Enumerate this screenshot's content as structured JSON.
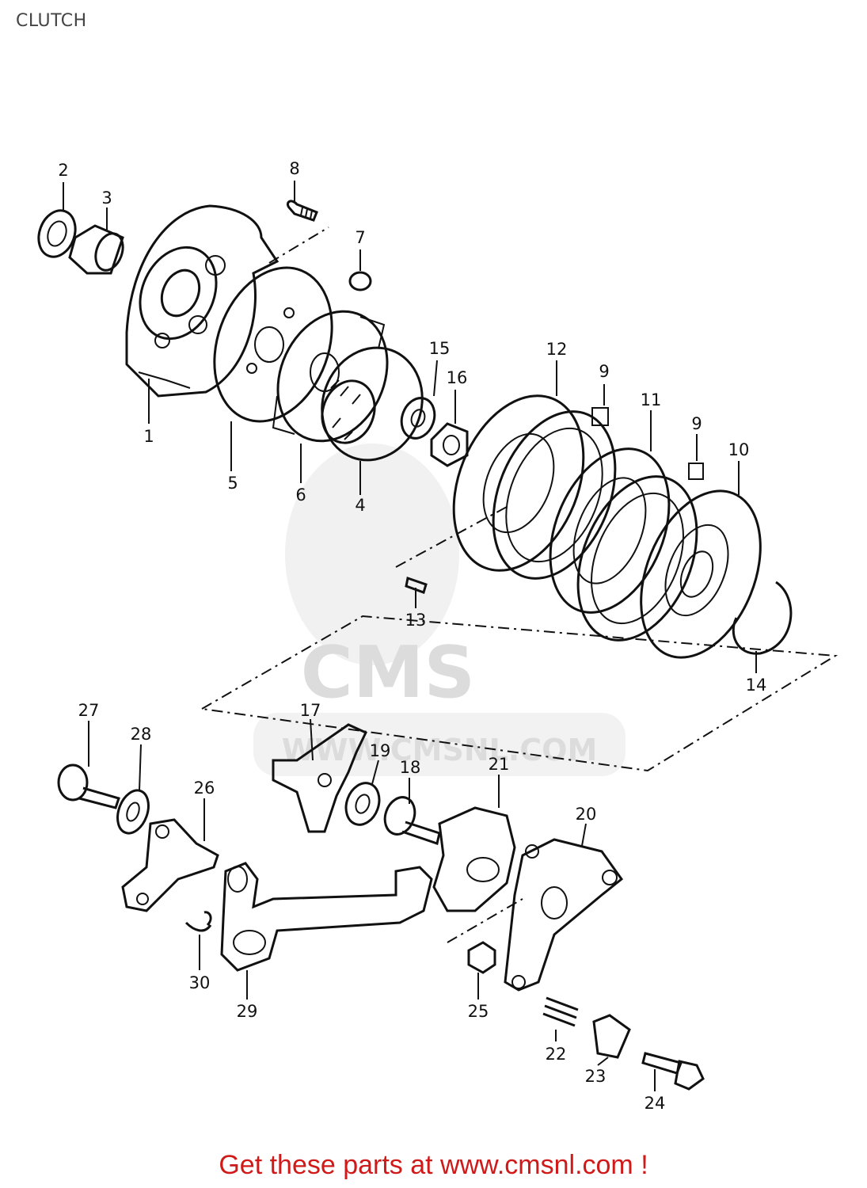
{
  "title": "CLUTCH",
  "footer": "Get these parts at www.cmsnl.com !",
  "watermark": {
    "logo_text": "CMS",
    "url_text": "WWW.CMSNL.COM"
  },
  "colors": {
    "footer_text": "#d01a1a",
    "line_art": "#111111",
    "watermark": "#e0e0e0"
  },
  "callouts": [
    "1",
    "2",
    "3",
    "4",
    "5",
    "6",
    "7",
    "8",
    "9",
    "9",
    "10",
    "11",
    "12",
    "13",
    "14",
    "15",
    "16",
    "17",
    "18",
    "19",
    "20",
    "21",
    "22",
    "23",
    "24",
    "25",
    "26",
    "27",
    "28",
    "29",
    "30"
  ]
}
